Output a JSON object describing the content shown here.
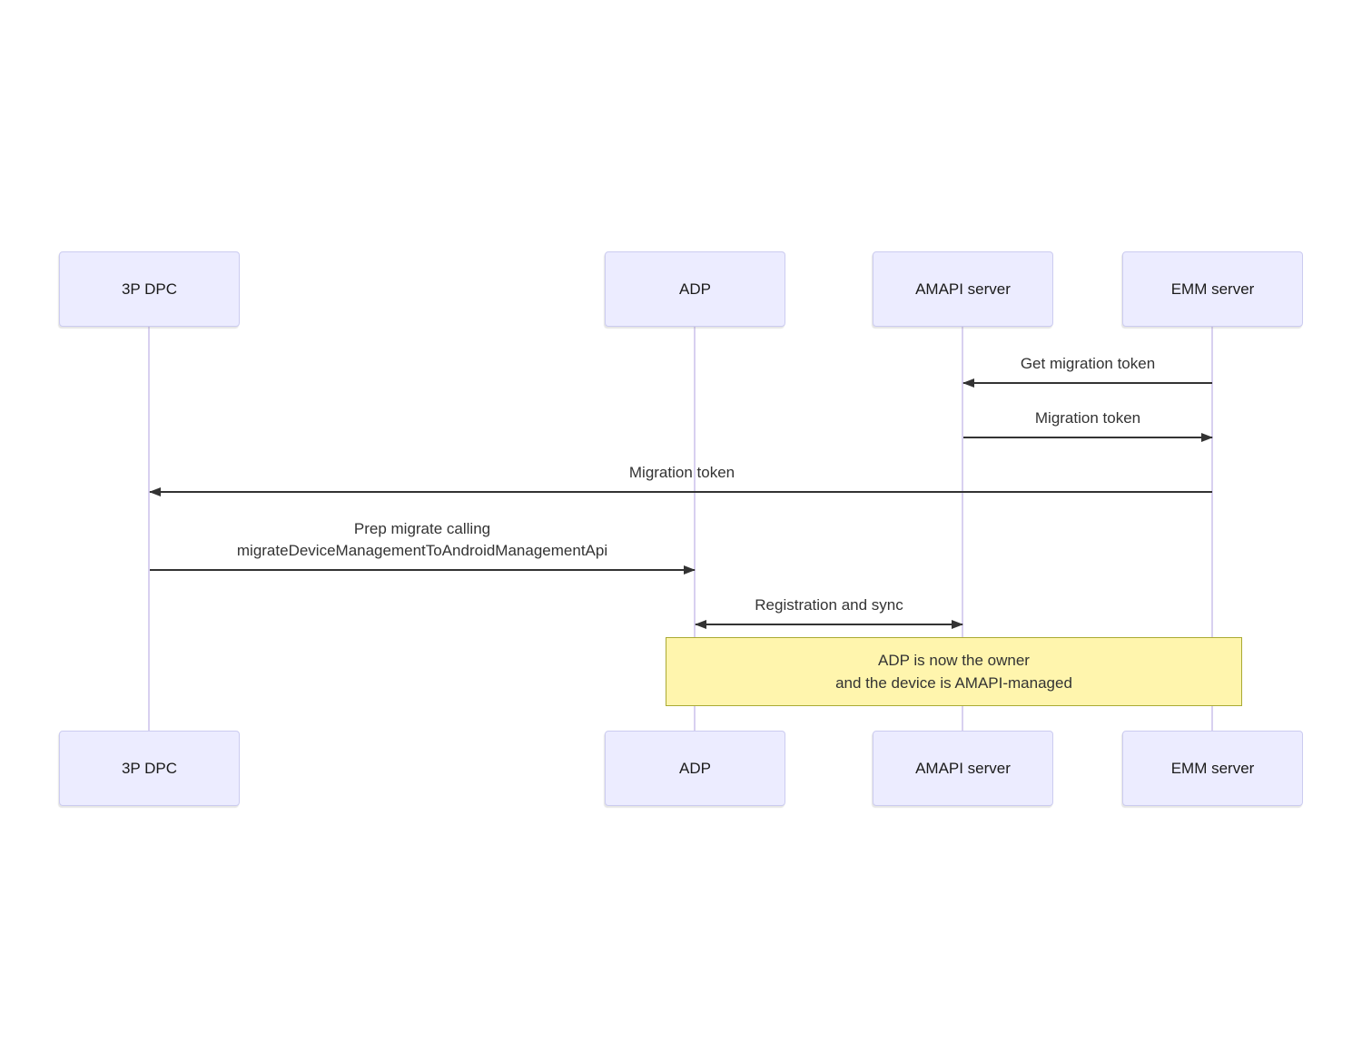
{
  "diagram": {
    "type": "sequence-diagram",
    "actors": [
      {
        "name": "3P DPC"
      },
      {
        "name": "ADP"
      },
      {
        "name": "AMAPI server"
      },
      {
        "name": "EMM server"
      }
    ],
    "messages": [
      {
        "label": "Get migration token",
        "from": "EMM server",
        "to": "AMAPI server",
        "direction": "left"
      },
      {
        "label": "Migration token",
        "from": "AMAPI server",
        "to": "EMM server",
        "direction": "right"
      },
      {
        "label": "Migration token",
        "from": "EMM server",
        "to": "3P DPC",
        "direction": "left"
      },
      {
        "label_line1": "Prep migrate calling",
        "label_line2": "migrateDeviceManagementToAndroidManagementApi",
        "from": "3P DPC",
        "to": "ADP",
        "direction": "right"
      },
      {
        "label": "Registration and sync",
        "from": "ADP",
        "to": "AMAPI server",
        "direction": "both"
      }
    ],
    "note": {
      "line1": "ADP is now the owner",
      "line2": "and the device is AMAPI-managed",
      "spans": "ADP, AMAPI server, EMM server"
    },
    "colors": {
      "actor_fill": "#ECECFF",
      "actor_border": "#CCCCF0",
      "lifeline": "#D8D0F0",
      "message_line": "#333333",
      "text": "#333333",
      "note_fill": "#FFF5AD",
      "note_border": "#AAAA33",
      "background": "#FFFFFF"
    }
  }
}
